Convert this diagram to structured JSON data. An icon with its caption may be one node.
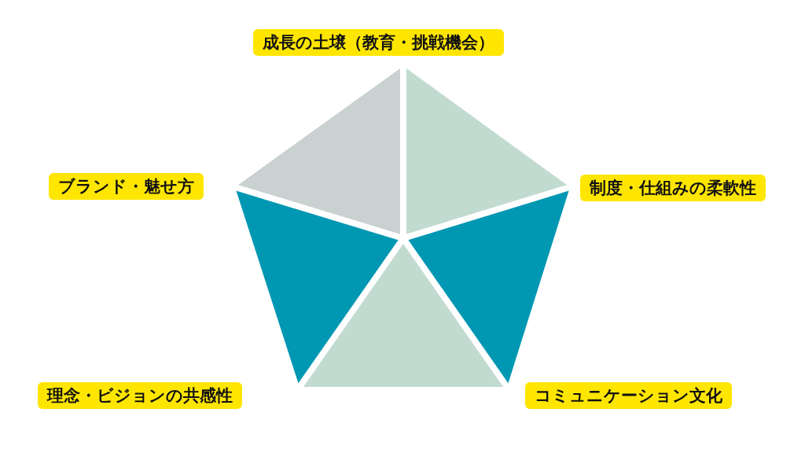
{
  "diagram": {
    "nodes": [
      {
        "text": [
          "成長の土壌（教育・挑戦機会）"
        ]
      },
      {
        "text": [
          "ブランド・魅せ方"
        ]
      },
      {
        "text": [
          "制度・仕組みの柔軟性"
        ]
      },
      {
        "text": [
          "理念・ビジョンの共感性"
        ]
      },
      {
        "text": [
          "コミュニケーション文化"
        ]
      }
    ]
  }
}
